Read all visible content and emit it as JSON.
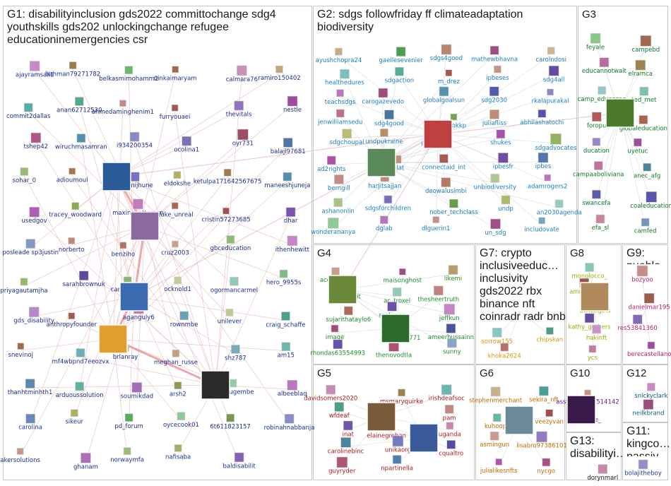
{
  "panels": [
    {
      "id": "G1",
      "title": "G1: disabilityinclusion gds2022 committochange sdg4 youthskills gds202 unlockingchange refugee educationinemergencies csr",
      "color": "#1b2f8f",
      "nodes": [
        {
          "label": "ajayramsail1"
        },
        {
          "label": "bahman79271782"
        },
        {
          "label": "belkasmimohamm2"
        },
        {
          "label": "ninkaimaryam"
        },
        {
          "label": "calmara76"
        },
        {
          "label": "ramiro150402"
        },
        {
          "label": "commit2dallas"
        },
        {
          "label": "anan62712520"
        },
        {
          "label": "ahmedaminghenim1"
        },
        {
          "label": "furryouaei"
        },
        {
          "label": "thevitals"
        },
        {
          "label": "nestle"
        },
        {
          "label": "tshep42"
        },
        {
          "label": "wiruchmasamran"
        },
        {
          "label": "i934200354"
        },
        {
          "label": "ocolina1"
        },
        {
          "label": "oyr731"
        },
        {
          "label": "balaji97681"
        },
        {
          "label": "sohar_0"
        },
        {
          "label": "adioumoul"
        },
        {
          "label": "qwamijhune"
        },
        {
          "label": "eldokshe"
        },
        {
          "label": "ketulpa171642567675"
        },
        {
          "label": "maneeshjuneja"
        },
        {
          "label": "usedgov"
        },
        {
          "label": "tracey_woodward"
        },
        {
          "label": "maxinepatterson"
        },
        {
          "label": "duke_unreal"
        },
        {
          "label": "cristin57273685"
        },
        {
          "label": "dhar"
        },
        {
          "label": "posleade sp3justin"
        },
        {
          "label": "norberto"
        },
        {
          "label": "benziho"
        },
        {
          "label": "cruz2003"
        },
        {
          "label": "gbceducation"
        },
        {
          "label": "ithenhewitt"
        },
        {
          "label": "priyagautamjha"
        },
        {
          "label": "sarahbrownuk"
        },
        {
          "label": "carelisjulitz"
        },
        {
          "label": "ocknold1"
        },
        {
          "label": "ogormancarmel"
        },
        {
          "label": "hero_9955s"
        },
        {
          "label": "gds_disability"
        },
        {
          "label": "anthropyfounder"
        },
        {
          "label": "aganguly6"
        },
        {
          "label": "rownmbe"
        },
        {
          "label": "unilever"
        },
        {
          "label": "craig_schaffe"
        },
        {
          "label": "snevinoj"
        },
        {
          "label": "mf4wbpnd7eeozvx"
        },
        {
          "label": "brlanray"
        },
        {
          "label": "meghan_russe"
        },
        {
          "label": "shz787"
        },
        {
          "label": "am15"
        },
        {
          "label": "thanhtminhth1"
        },
        {
          "label": "arduoussolution"
        },
        {
          "label": "soumikdad"
        },
        {
          "label": "arsh2"
        },
        {
          "label": "apwalugembe"
        },
        {
          "label": "albeeblaq"
        },
        {
          "label": "carolina"
        },
        {
          "label": "sikeur"
        },
        {
          "label": "pd_forum"
        },
        {
          "label": "oycecook01"
        },
        {
          "label": "6t611823157"
        },
        {
          "label": "robinahnabbanja"
        },
        {
          "label": "akersolutions"
        },
        {
          "label": "ghanam"
        },
        {
          "label": "norwaymfa"
        },
        {
          "label": "nafisaba"
        },
        {
          "label": "baldisabilit"
        }
      ]
    },
    {
      "id": "G2",
      "title": "G2: sdgs followfriday ff climateadaptation biodiversity",
      "color": "#1a7fbf",
      "nodes": [
        {
          "label": "ayushchopra24"
        },
        {
          "label": "gaellesevenier"
        },
        {
          "label": "sdgs4good"
        },
        {
          "label": "mathewbhavna"
        },
        {
          "label": "carolndosi"
        },
        {
          "label": "healthedures"
        },
        {
          "label": "sdgaction"
        },
        {
          "label": "m_drez"
        },
        {
          "label": "ipbeses"
        },
        {
          "label": "sdg4all"
        },
        {
          "label": "teachsdgs"
        },
        {
          "label": "carogazevedo"
        },
        {
          "label": "globalgoalsun"
        },
        {
          "label": "sdg2030"
        },
        {
          "label": "rkalapurakal"
        },
        {
          "label": "jenwilliamsedu"
        },
        {
          "label": "sdg4good"
        },
        {
          "label": "ashokkp"
        },
        {
          "label": "juliafliss"
        },
        {
          "label": "abhilashatochi"
        },
        {
          "label": "sdgchoupal"
        },
        {
          "label": "undpukraine"
        },
        {
          "label": "ibrodollars"
        },
        {
          "label": "shukes"
        },
        {
          "label": "sdgadvocates"
        },
        {
          "label": "ad2rights"
        },
        {
          "label": "rolat"
        },
        {
          "label": "connectaid_int"
        },
        {
          "label": "ipbesfr"
        },
        {
          "label": "ipbes"
        },
        {
          "label": "berngill"
        },
        {
          "label": "harjitsajjan"
        },
        {
          "label": "deowalusimbi"
        },
        {
          "label": "unbiodiversity"
        },
        {
          "label": "adamrogers2"
        },
        {
          "label": "ashanonlin"
        },
        {
          "label": "sdgsforchildren"
        },
        {
          "label": "nober_techclass"
        },
        {
          "label": "undp"
        },
        {
          "label": "an2030agenda"
        },
        {
          "label": "wonderananya"
        },
        {
          "label": "dglab"
        },
        {
          "label": "dlguerin1"
        },
        {
          "label": "un_sdg"
        },
        {
          "label": "includovate"
        }
      ]
    },
    {
      "id": "G3",
      "title": "G3",
      "color": "#0d7a28",
      "nodes": [
        {
          "label": "feyale"
        },
        {
          "label": "campebd"
        },
        {
          "label": "educannotwait"
        },
        {
          "label": "elramca"
        },
        {
          "label": "camp_educacao"
        },
        {
          "label": "ted_met"
        },
        {
          "label": "foropu"
        },
        {
          "label": "globaleducation"
        },
        {
          "label": "ducation"
        },
        {
          "label": "uyetuc"
        },
        {
          "label": "campaaboliviana"
        },
        {
          "label": "anec_afg"
        },
        {
          "label": "swancefa"
        },
        {
          "label": "coaleducation"
        },
        {
          "label": "efa_sl"
        },
        {
          "label": "camfed"
        }
      ]
    },
    {
      "id": "G4",
      "title": "G4",
      "color": "#1d8f2a",
      "nodes": [
        {
          "label": "accessvyti"
        },
        {
          "label": "maisonghost"
        },
        {
          "label": "likemi"
        },
        {
          "label": "plvcesvisit"
        },
        {
          "label": "ac_troxel"
        },
        {
          "label": "thesheertruth"
        },
        {
          "label": "sujarithataylo6"
        },
        {
          "label": "melissac"
        },
        {
          "label": "jeffkun"
        },
        {
          "label": "image"
        },
        {
          "label": "ryh94532771"
        },
        {
          "label": "ameerhussainn"
        },
        {
          "label": "rhondas63554993"
        },
        {
          "label": "thenovodtla"
        },
        {
          "label": "sunny"
        }
      ]
    },
    {
      "id": "G5",
      "title": "G5",
      "color": "#b01818",
      "nodes": [
        {
          "label": "davidsomers2020"
        },
        {
          "label": "msmaryquirke"
        },
        {
          "label": "irishdeafsoc"
        },
        {
          "label": "wfdeaf"
        },
        {
          "label": "ilo"
        },
        {
          "label": "pam"
        },
        {
          "label": "inat"
        },
        {
          "label": "elainegrehan"
        },
        {
          "label": "uganda"
        },
        {
          "label": "carolinebinc"
        },
        {
          "label": "unikaorg"
        },
        {
          "label": "cqualtro"
        },
        {
          "label": "guyryder"
        },
        {
          "label": "npartinella"
        }
      ]
    },
    {
      "id": "G6",
      "title": "G6",
      "color": "#c06a00",
      "nodes": [
        {
          "label": "stephenmerchant"
        },
        {
          "label": "sekira_nft"
        },
        {
          "label": "kuhoops"
        },
        {
          "label": "veezyvan"
        },
        {
          "label": "asmingun"
        },
        {
          "label": "lisabro97386101"
        },
        {
          "label": "julialikesnfts"
        },
        {
          "label": "nycgo"
        }
      ]
    },
    {
      "id": "G7",
      "title": "G7: crypto inclusiveeduc… inclusivity gds2022 rbx binance nft coinradr radr bnb",
      "color": "#d59a00",
      "nodes": [
        {
          "label": "sorrow155"
        },
        {
          "label": "chipskan"
        },
        {
          "label": "khoka2624"
        }
      ]
    },
    {
      "id": "G8",
      "title": "G8",
      "color": "#9ab000",
      "nodes": [
        {
          "label": "monolocco_"
        },
        {
          "label": "amrachus"
        },
        {
          "label": "billiongirls"
        },
        {
          "label": "kathy_gethers"
        },
        {
          "label": "hakinft"
        },
        {
          "label": "ycs"
        }
      ]
    },
    {
      "id": "G9",
      "title": "G9: pueblo…",
      "color": "#c01a6a",
      "nodes": [
        {
          "label": "bozyoo"
        },
        {
          "label": "danielmar195"
        },
        {
          "label": "res53841360"
        },
        {
          "label": "berecastellano5"
        }
      ]
    },
    {
      "id": "G10",
      "title": "G10",
      "color": "#6a1a8f",
      "nodes": [
        {
          "label": "assy6844896514142"
        },
        {
          "label": "nft_sale_"
        }
      ]
    },
    {
      "id": "G11",
      "title": "G11: kingco… passiv…",
      "color": "#1a3a8f",
      "nodes": [
        {
          "label": "bolajitheboy"
        }
      ]
    },
    {
      "id": "G12",
      "title": "G12",
      "color": "#0d5a7a",
      "nodes": [
        {
          "label": "snickyclark"
        },
        {
          "label": "neilkbrand"
        }
      ]
    },
    {
      "id": "G13",
      "title": "G13: disabilityi…",
      "color": "#1a1a1a",
      "nodes": [
        {
          "label": "dorynmarl"
        }
      ]
    }
  ]
}
